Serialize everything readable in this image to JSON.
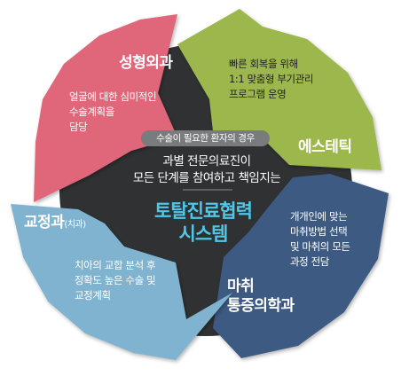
{
  "center": {
    "tag": "수술이 필요한 환자의 경우",
    "line1": "과별 전문의료진이",
    "line2": "모든 단계를 참여하고 책임지는",
    "system_line1": "토탈진료협력",
    "system_line2": "시스템"
  },
  "sections": {
    "plastic": {
      "title": "성형외과",
      "desc": [
        "얼굴에 대한 심미적인",
        "수술계획을",
        "담당"
      ],
      "color": "#e06679"
    },
    "esthetic": {
      "title": "에스테틱",
      "desc": [
        "빠른 회복을 위해",
        "1:1 맞춤형 부기관리",
        "프로그램 운영"
      ],
      "color": "#9cb74b"
    },
    "anesthesia": {
      "title_line1": "마취",
      "title_line2": "통증의학과",
      "desc": [
        "개개인에 맞는",
        "마취방법 선택",
        "및 마취의 모든",
        "과정 전담"
      ],
      "color": "#3d5a83"
    },
    "orthodontics": {
      "title_main": "교정과",
      "title_sub": "(치과)",
      "desc": [
        "치아의 교합 분석 후",
        "정확도 높은 수술 및",
        "교정계획"
      ],
      "color": "#7fb3cf"
    }
  },
  "colors": {
    "center_bg": "#2f3133",
    "center_accent": "#4fc7e8",
    "tag_bg": "#7a7b7d"
  }
}
